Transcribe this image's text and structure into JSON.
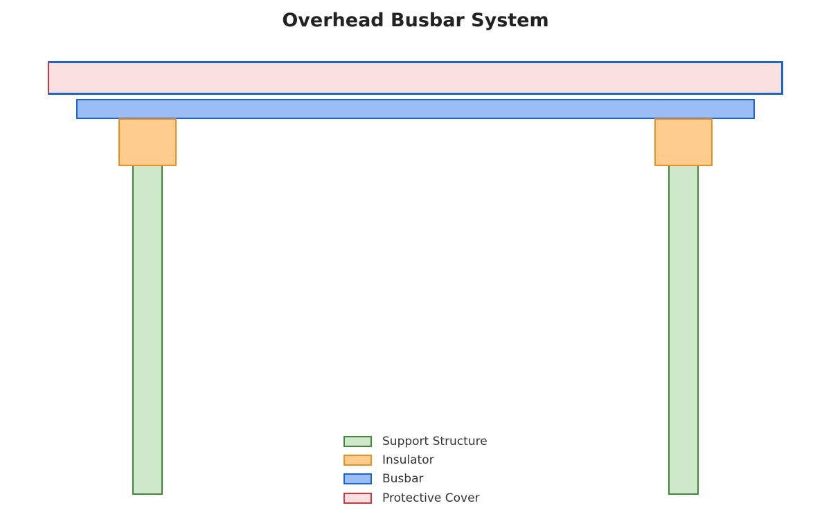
{
  "title": "Overhead Busbar System",
  "colors": {
    "support_fill": "#cfe8cc",
    "support_stroke": "#3f8a36",
    "insulator_fill": "#ffcc8f",
    "insulator_stroke": "#f0901a",
    "busbar_fill": "#9bbdf5",
    "busbar_stroke": "#1a63d6",
    "cover_fill": "#f9e0e0",
    "cover_stroke_outer": "#1a63d6",
    "cover_stroke_left": "#d0363b"
  },
  "legend": [
    {
      "label": "Support Structure",
      "key": "support"
    },
    {
      "label": "Insulator",
      "key": "insulator"
    },
    {
      "label": "Busbar",
      "key": "busbar"
    },
    {
      "label": "Protective Cover",
      "key": "cover"
    }
  ]
}
